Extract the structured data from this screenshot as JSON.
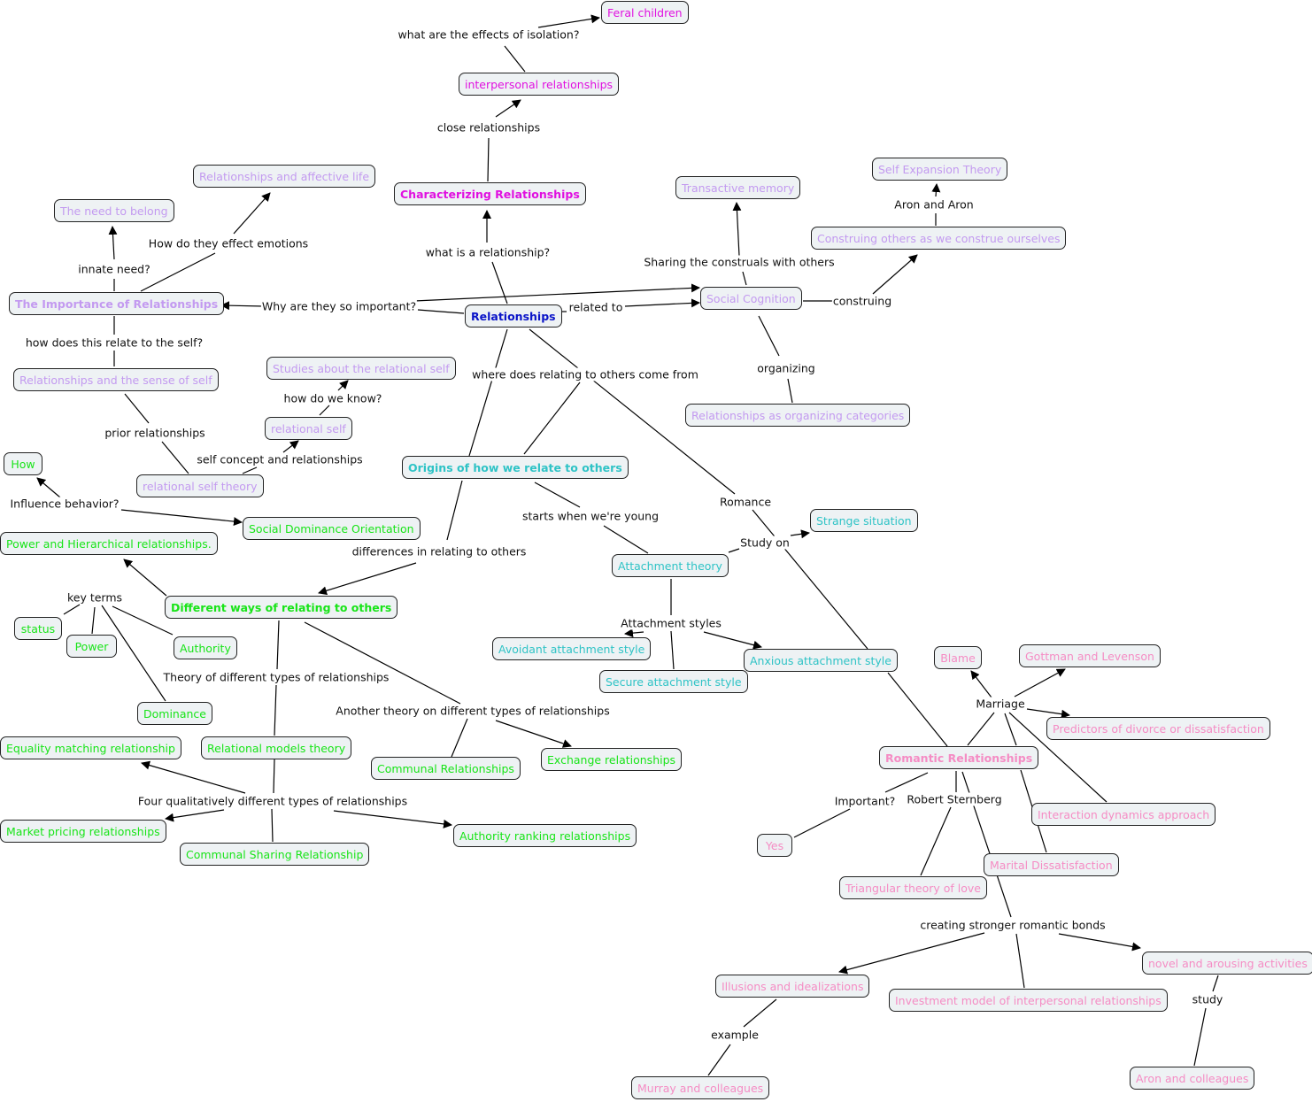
{
  "colors": {
    "blue": "#0a14c8",
    "purple": "#c39af0",
    "magenta": "#e010e0",
    "cyan": "#2fc3c6",
    "green": "#18e418",
    "pink": "#f58cc4"
  },
  "nodes": [
    {
      "id": "feral",
      "label": "Feral children",
      "color": "magenta"
    },
    {
      "id": "interpersonal",
      "label": "interpersonal relationships",
      "color": "magenta"
    },
    {
      "id": "characterizing",
      "label": "Characterizing Relationships",
      "color": "magenta",
      "bold": true
    },
    {
      "id": "affective",
      "label": "Relationships and affective life",
      "color": "purple"
    },
    {
      "id": "belong",
      "label": "The need to belong",
      "color": "purple"
    },
    {
      "id": "importance",
      "label": "The Importance of Relationships",
      "color": "purple",
      "bold": true
    },
    {
      "id": "relationships",
      "label": "Relationships",
      "color": "blue",
      "bold": true
    },
    {
      "id": "transactive",
      "label": "Transactive memory",
      "color": "purple"
    },
    {
      "id": "selfexp",
      "label": "Self Expansion Theory",
      "color": "purple"
    },
    {
      "id": "construing",
      "label": "Construing others as we construe ourselves",
      "color": "purple"
    },
    {
      "id": "socialcog",
      "label": "Social Cognition",
      "color": "purple"
    },
    {
      "id": "senseself",
      "label": "Relationships and the sense of self",
      "color": "purple"
    },
    {
      "id": "studies",
      "label": "Studies about the relational self",
      "color": "purple"
    },
    {
      "id": "relself",
      "label": "relational self",
      "color": "purple"
    },
    {
      "id": "relselftheory",
      "label": "relational self theory",
      "color": "purple"
    },
    {
      "id": "organizing",
      "label": "Relationships as organizing categories",
      "color": "purple"
    },
    {
      "id": "how",
      "label": "How",
      "color": "green"
    },
    {
      "id": "origins",
      "label": "Origins of how we relate to others",
      "color": "cyan",
      "bold": true
    },
    {
      "id": "strange",
      "label": "Strange situation",
      "color": "cyan"
    },
    {
      "id": "sdo",
      "label": "Social Dominance Orientation",
      "color": "green"
    },
    {
      "id": "power_hier",
      "label": "Power and Hierarchical relationships.",
      "color": "green"
    },
    {
      "id": "attachment",
      "label": "Attachment theory",
      "color": "cyan"
    },
    {
      "id": "different",
      "label": "Different ways of relating to others",
      "color": "green",
      "bold": true
    },
    {
      "id": "status",
      "label": "status",
      "color": "green"
    },
    {
      "id": "power",
      "label": "Power",
      "color": "green"
    },
    {
      "id": "authority",
      "label": "Authority",
      "color": "green"
    },
    {
      "id": "avoidant",
      "label": "Avoidant attachment style",
      "color": "cyan"
    },
    {
      "id": "anxious",
      "label": "Anxious attachment style",
      "color": "cyan"
    },
    {
      "id": "secure",
      "label": "Secure attachment style",
      "color": "cyan"
    },
    {
      "id": "blame",
      "label": "Blame",
      "color": "pink"
    },
    {
      "id": "gottman",
      "label": "Gottman and Levenson",
      "color": "pink"
    },
    {
      "id": "dominance",
      "label": "Dominance",
      "color": "green"
    },
    {
      "id": "predictors",
      "label": "Predictors of divorce or dissatisfaction",
      "color": "pink"
    },
    {
      "id": "equality",
      "label": "Equality matching relationship",
      "color": "green"
    },
    {
      "id": "relmodels",
      "label": "Relational models theory",
      "color": "green"
    },
    {
      "id": "romantic",
      "label": "Romantic Relationships",
      "color": "pink",
      "bold": true
    },
    {
      "id": "communal",
      "label": "Communal Relationships",
      "color": "green"
    },
    {
      "id": "exchange",
      "label": "Exchange relationships",
      "color": "green"
    },
    {
      "id": "interaction",
      "label": "Interaction dynamics approach",
      "color": "pink"
    },
    {
      "id": "market",
      "label": "Market pricing relationships",
      "color": "green"
    },
    {
      "id": "authranking",
      "label": "Authority ranking relationships",
      "color": "green"
    },
    {
      "id": "yes",
      "label": "Yes",
      "color": "pink"
    },
    {
      "id": "communalsharing",
      "label": "Communal Sharing Relationship",
      "color": "green"
    },
    {
      "id": "marital",
      "label": "Marital Dissatisfaction",
      "color": "pink"
    },
    {
      "id": "triangular",
      "label": "Triangular theory of love",
      "color": "pink"
    },
    {
      "id": "novel",
      "label": "novel and arousing activities",
      "color": "pink"
    },
    {
      "id": "illusions",
      "label": "Illusions and idealizations",
      "color": "pink"
    },
    {
      "id": "investment",
      "label": "Investment model of interpersonal relationships",
      "color": "pink"
    },
    {
      "id": "murray",
      "label": "Murray and colleagues",
      "color": "pink"
    },
    {
      "id": "aron",
      "label": "Aron and colleagues",
      "color": "pink"
    }
  ],
  "link_labels": [
    "what are the effects of isolation?",
    "close relationships",
    "what is a relationship?",
    "How do they effect emotions",
    "innate need?",
    "Why are they so important?",
    "related to",
    "Sharing the construals with others",
    "Aron and Aron",
    "construing",
    "how does this relate to the self?",
    "how do we know?",
    "where does relating to others come from",
    "organizing",
    "prior relationships",
    "self concept and relationships",
    "Influence behavior?",
    "starts when we're young",
    "Romance",
    "Study on",
    "differences in relating to others",
    "key terms",
    "Attachment styles",
    "Marriage",
    "Theory of different types of relationships",
    "Another theory on different types of relationships",
    "Important?",
    "Robert Sternberg",
    "Four qualitatively different types of relationships",
    "creating stronger romantic bonds",
    "study",
    "example"
  ]
}
